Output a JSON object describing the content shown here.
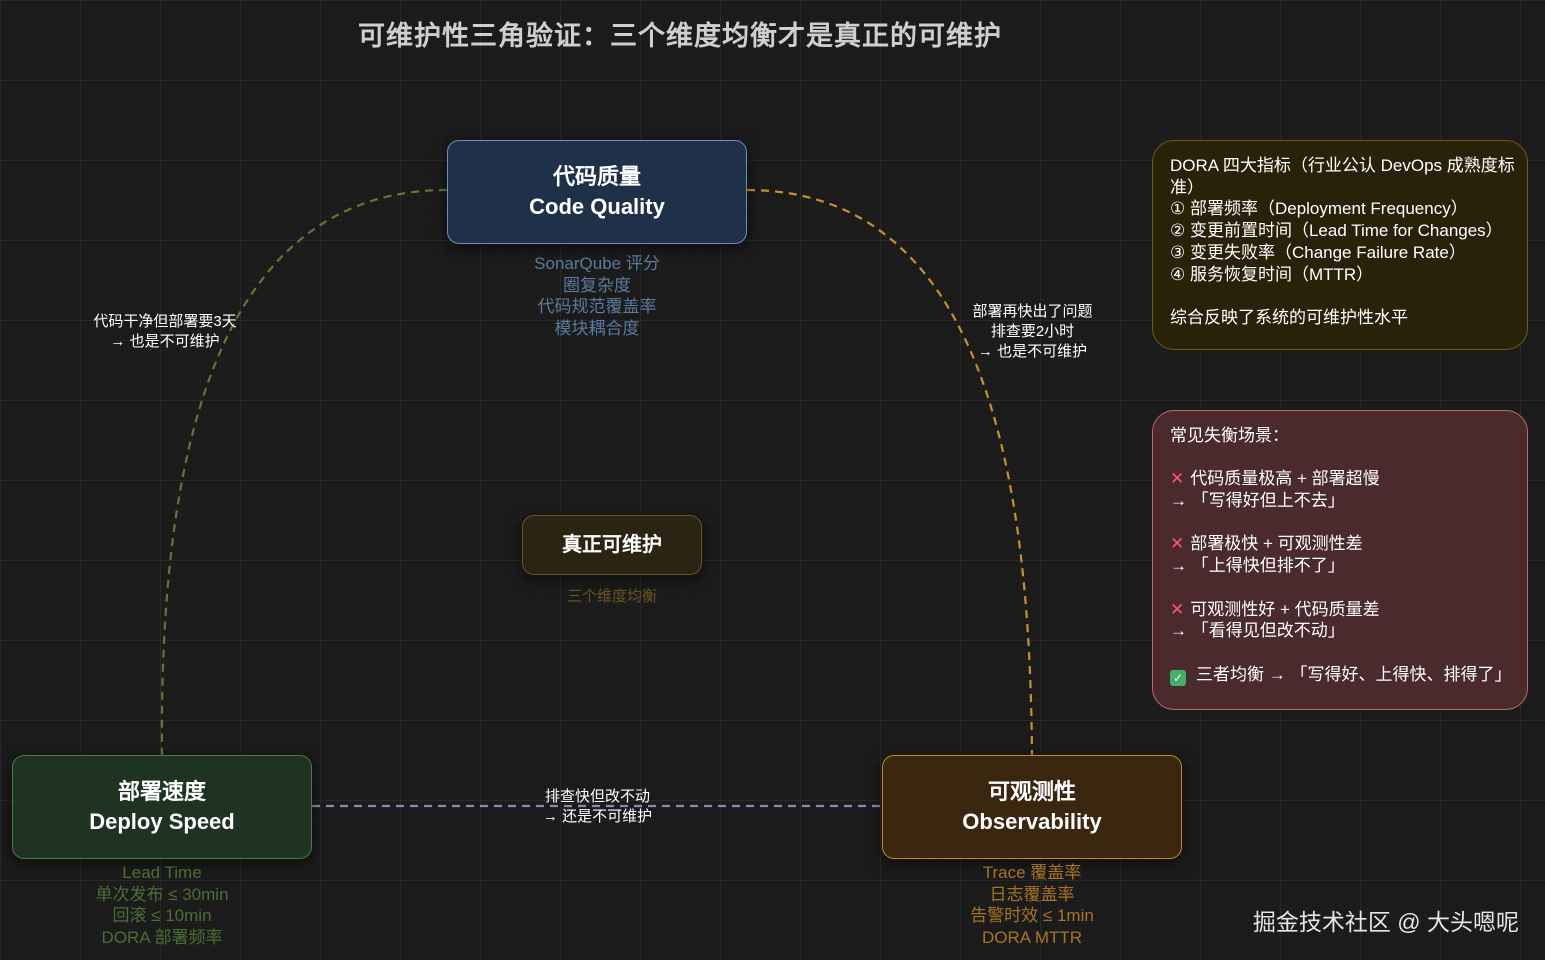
{
  "title": "可维护性三角验证：三个维度均衡才是真正的可维护",
  "nodes": {
    "quality": {
      "name_zh": "代码质量",
      "name_en": "Code Quality",
      "metrics": [
        "SonarQube 评分",
        "圈复杂度",
        "代码规范覆盖率",
        "模块耦合度"
      ],
      "color": "#1e3148"
    },
    "deploy": {
      "name_zh": "部署速度",
      "name_en": "Deploy Speed",
      "metrics": [
        "Lead Time",
        "单次发布 ≤ 30min",
        "回滚 ≤ 10min",
        "DORA 部署频率"
      ],
      "color": "#1f3322"
    },
    "observe": {
      "name_zh": "可观测性",
      "name_en": "Observability",
      "metrics": [
        "Trace 覆盖率",
        "日志覆盖率",
        "告警时效 ≤ 1min",
        "DORA MTTR"
      ],
      "color": "#3b2610"
    },
    "center": {
      "name": "真正可维护",
      "sub": "三个维度均衡",
      "color": "#2b2412"
    }
  },
  "edges": {
    "left": [
      "代码干净但部署要3天",
      "→ 也是不可维护"
    ],
    "right": [
      "部署再快出了问题",
      "排查要2小时",
      "→ 也是不可维护"
    ],
    "bottom": [
      "排查快但改不动",
      "→ 还是不可维护"
    ]
  },
  "dora_note": {
    "header": "DORA 四大指标（行业公认 DevOps 成熟度标准）",
    "items": [
      "① 部署频率（Deployment Frequency）",
      "② 变更前置时间（Lead Time for Changes）",
      "③ 变更失败率（Change Failure Rate）",
      "④ 服务恢复时间（MTTR）"
    ],
    "summary": "综合反映了系统的可维护性水平"
  },
  "scenario_note": {
    "header": "常见失衡场景：",
    "scenarios": [
      {
        "title": "代码质量极高 + 部署超慢",
        "result": "→ 「写得好但上不去」"
      },
      {
        "title": "部署极快 + 可观测性差",
        "result": "→ 「上得快但排不了」"
      },
      {
        "title": "可观测性好 + 代码质量差",
        "result": "→ 「看得见但改不动」"
      }
    ],
    "balanced": "三者均衡 → 「写得好、上得快、排得了」"
  },
  "watermark": "掘金技术社区 @ 大头嗯呢",
  "icons": {
    "fail": "cross-mark-icon",
    "ok": "check-mark-icon"
  },
  "colors": {
    "left_edge": "#5a7a3a",
    "right_edge": "#c8902c",
    "bottom_edge": "#7a8fc0"
  }
}
